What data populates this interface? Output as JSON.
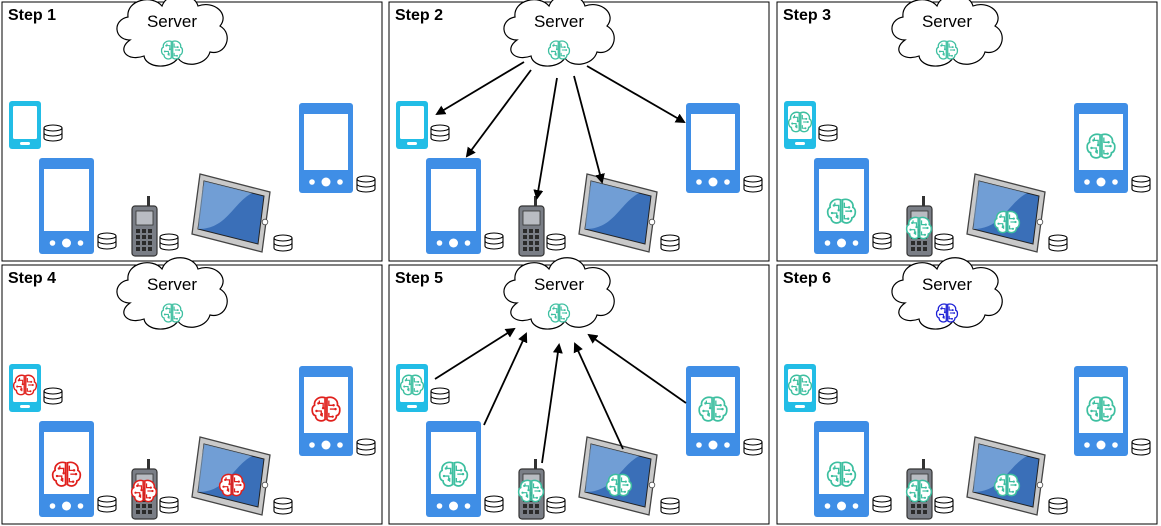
{
  "server_label": "Server",
  "colors": {
    "model_default": "#3dbfa0",
    "model_local": "#e0201c",
    "model_global": "#1b1fd6",
    "device_blue": "#3f8ee6",
    "device_cyan": "#22bde6",
    "tablet_screen": "#3a6fb8",
    "walkie": "#7a7e86"
  },
  "icons": [
    "cloud-icon",
    "brain-icon",
    "database-icon",
    "phone-icon",
    "tablet-icon",
    "walkie-talkie-icon",
    "arrow-icon"
  ],
  "steps": [
    {
      "label": "Step 1",
      "server_model": "default",
      "device_model": "none",
      "arrows": "none"
    },
    {
      "label": "Step 2",
      "server_model": "default",
      "device_model": "none",
      "arrows": "down"
    },
    {
      "label": "Step 3",
      "server_model": "default",
      "device_model": "default",
      "arrows": "none"
    },
    {
      "label": "Step 4",
      "server_model": "default",
      "device_model": "local",
      "arrows": "none"
    },
    {
      "label": "Step 5",
      "server_model": "default",
      "device_model": "default",
      "arrows": "up"
    },
    {
      "label": "Step 6",
      "server_model": "global",
      "device_model": "default",
      "arrows": "none"
    }
  ]
}
